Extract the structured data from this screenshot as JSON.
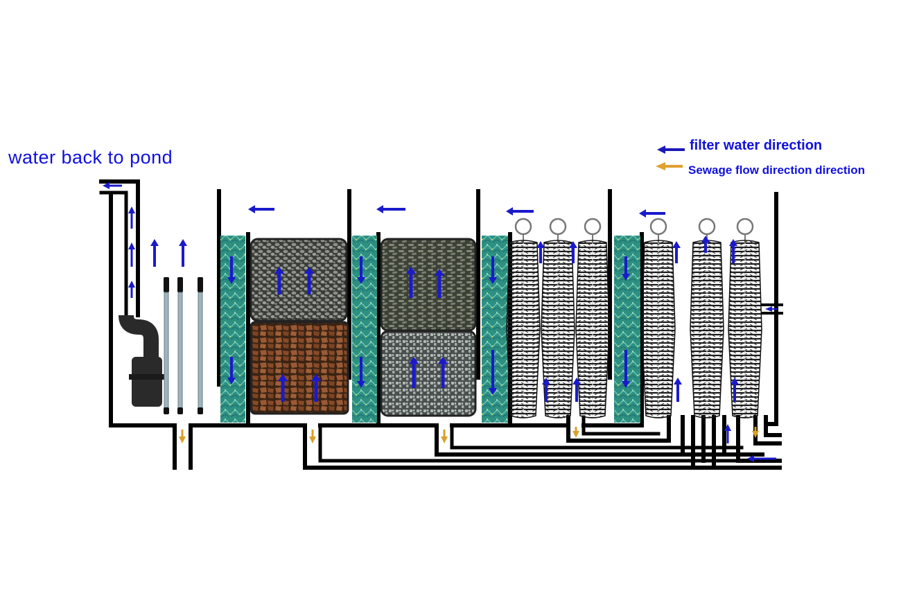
{
  "diagram": {
    "title": "water back to pond",
    "legend": [
      {
        "label": "filter water direction",
        "arrow_color": "#1a1ab8",
        "icon": "left-arrow-icon"
      },
      {
        "label": "Sewage flow direction direction",
        "arrow_color": "#e0a030",
        "icon": "left-arrow-icon"
      }
    ],
    "colors": {
      "filter_arrow": "#1a1acc",
      "sewage_arrow": "#d9a02a",
      "pipe": "#000000",
      "sponge": "#2f9a8a",
      "gravel_gray": "#7d8078",
      "lava_rock": "#8a5030",
      "ceramic_rings": "#7a8070",
      "bio_balls": "#a8b0a8",
      "brush": "#222222"
    },
    "stages": [
      {
        "name": "pump-and-uv-chamber",
        "components": [
          "pump",
          "uv-lamp",
          "uv-lamp",
          "uv-lamp"
        ]
      },
      {
        "name": "media-chamber-1",
        "components": [
          "sponge-filter",
          "gravel-media",
          "lava-rock-media"
        ]
      },
      {
        "name": "media-chamber-2",
        "components": [
          "sponge-filter",
          "ceramic-ring-media",
          "bio-ball-media"
        ]
      },
      {
        "name": "brush-chamber-1",
        "components": [
          "sponge-filter",
          "filter-brush",
          "filter-brush",
          "filter-brush"
        ]
      },
      {
        "name": "brush-chamber-2",
        "components": [
          "sponge-filter",
          "filter-brush",
          "filter-brush",
          "filter-brush"
        ]
      }
    ]
  }
}
